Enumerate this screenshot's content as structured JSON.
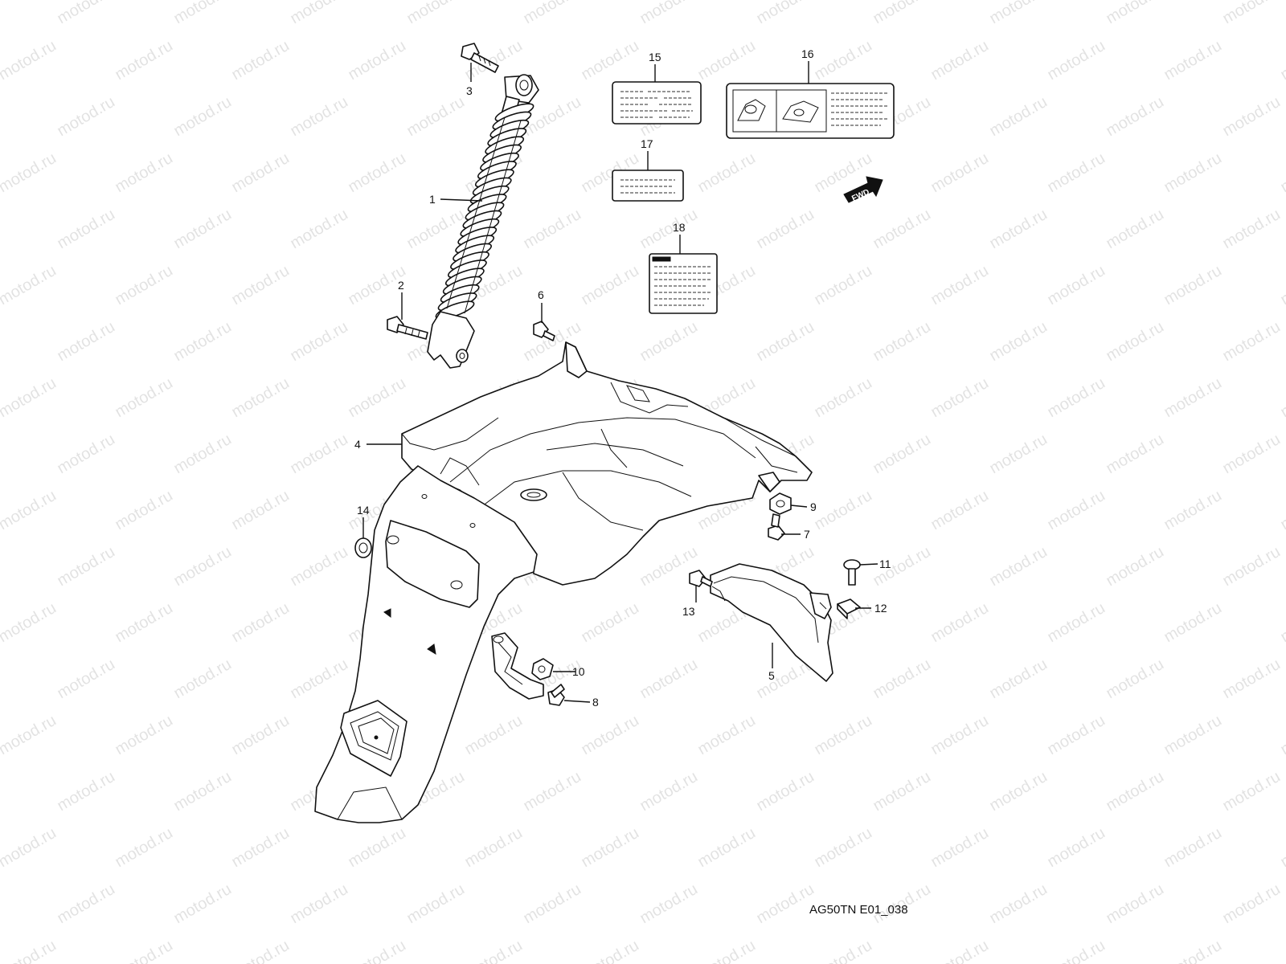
{
  "page": {
    "drawing_code": "AG50TN E01_038",
    "watermark": "motod.ru",
    "direction_arrow": "FWD"
  },
  "callouts": [
    {
      "id": "1",
      "part": "rear-shock-absorber"
    },
    {
      "id": "2",
      "part": "shock-lower-bolt"
    },
    {
      "id": "3",
      "part": "shock-upper-bolt"
    },
    {
      "id": "4",
      "part": "rear-fender"
    },
    {
      "id": "5",
      "part": "rear-mudguard"
    },
    {
      "id": "6",
      "part": "bolt"
    },
    {
      "id": "7",
      "part": "bolt"
    },
    {
      "id": "8",
      "part": "bolt"
    },
    {
      "id": "9",
      "part": "nut"
    },
    {
      "id": "10",
      "part": "nut"
    },
    {
      "id": "11",
      "part": "screw"
    },
    {
      "id": "12",
      "part": "nut"
    },
    {
      "id": "13",
      "part": "bolt"
    },
    {
      "id": "14",
      "part": "reflector"
    },
    {
      "id": "15",
      "part": "label"
    },
    {
      "id": "16",
      "part": "label"
    },
    {
      "id": "17",
      "part": "label"
    },
    {
      "id": "18",
      "part": "label"
    }
  ]
}
